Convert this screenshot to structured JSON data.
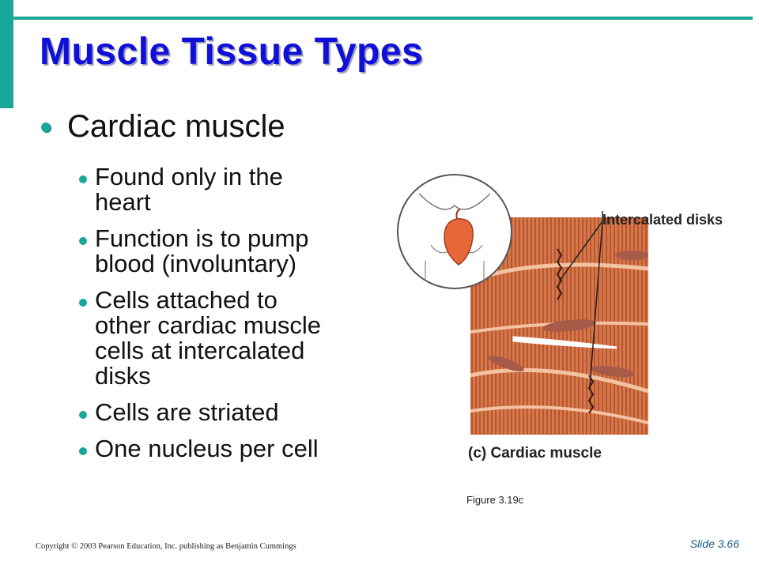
{
  "slide": {
    "title": "Muscle Tissue Types",
    "main_bullet": "Cardiac muscle",
    "sub_bullets": [
      "Found only in the\nheart",
      "Function is to pump\nblood (involuntary)",
      "Cells attached to\nother cardiac muscle\ncells at intercalated\ndisks",
      "Cells are striated",
      "One nucleus per cell"
    ]
  },
  "figure": {
    "label_intercalated": "Intercalated disks",
    "label_caption": "(c) Cardiac muscle",
    "figure_ref": "Figure 3.19c"
  },
  "footer": {
    "slide_number": "Slide 3.66",
    "copyright": "Copyright © 2003 Pearson Education, Inc. publishing as Benjamin Cummings"
  },
  "colors": {
    "accent": "#18a89a",
    "title": "#1010d8",
    "muscle": "#d9774a",
    "heart": "#e8673a"
  }
}
